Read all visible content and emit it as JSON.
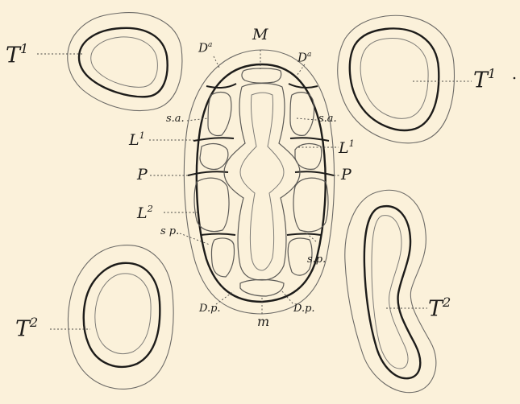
{
  "figure": {
    "labels": {
      "T1_top_left": {
        "main": "T",
        "sup": "1"
      },
      "T1_top_right": {
        "main": "T",
        "sup": "1"
      },
      "T2_bottom_left": {
        "main": "T",
        "sup": "2"
      },
      "T2_bottom_right": {
        "main": "T",
        "sup": "2"
      },
      "M": "M",
      "m": "m",
      "Da_left": {
        "main": "D",
        "sup": "a"
      },
      "Da_right": {
        "main": "D",
        "sup": "a"
      },
      "sa_left": "s.a.",
      "sa_right": "s.a.",
      "L1_left": {
        "main": "L",
        "sup": "1"
      },
      "L1_right": {
        "main": "L",
        "sup": "1"
      },
      "P_left": "P",
      "P_right": "P",
      "L2": {
        "main": "L",
        "sup": "2"
      },
      "sp_left": "s p.",
      "sp_right": "s.p.",
      "Dp_left": "D.p.",
      "Dp_right": "D.p."
    }
  }
}
